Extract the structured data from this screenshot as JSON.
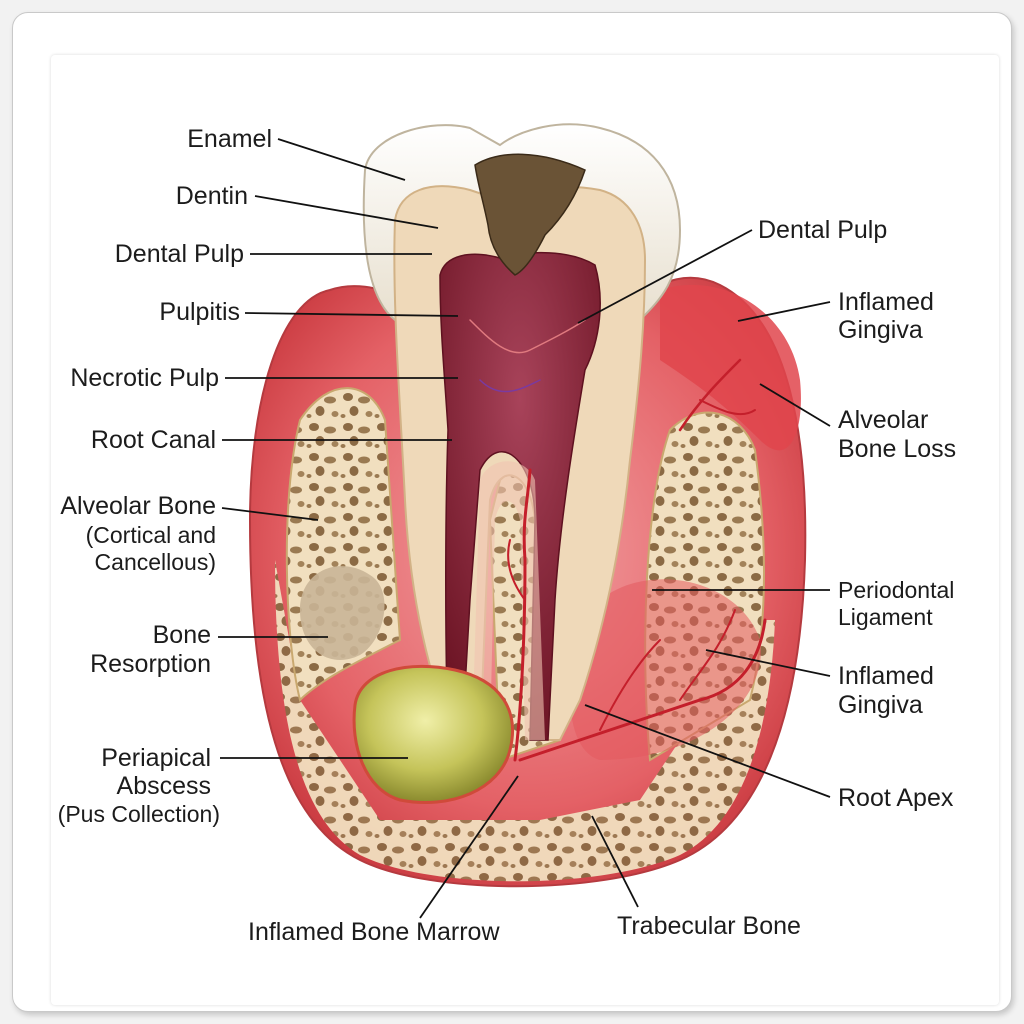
{
  "labels_left": [
    {
      "id": "enamel",
      "lines": [
        "Enamel"
      ]
    },
    {
      "id": "dentin",
      "lines": [
        "Dentin"
      ]
    },
    {
      "id": "dental-pulp-left",
      "lines": [
        "Dental Pulp"
      ]
    },
    {
      "id": "pulpitis",
      "lines": [
        "Pulpitis"
      ]
    },
    {
      "id": "necrotic-pulp",
      "lines": [
        "Necrotic Pulp"
      ]
    },
    {
      "id": "root-canal",
      "lines": [
        "Root Canal"
      ]
    },
    {
      "id": "alveolar-bone",
      "lines": [
        "Alveolar Bone",
        "(Cortical and",
        "Cancellous)"
      ]
    },
    {
      "id": "bone-resorption",
      "lines": [
        "Bone",
        "Resorption"
      ]
    },
    {
      "id": "periapical-abscess",
      "lines": [
        "Periapical",
        "Abscess",
        "(Pus Collection)"
      ]
    }
  ],
  "labels_right": [
    {
      "id": "dental-pulp-right",
      "lines": [
        "Dental Pulp"
      ]
    },
    {
      "id": "inflamed-gingiva-top",
      "lines": [
        "Inflamed",
        "Gingiva"
      ]
    },
    {
      "id": "alveolar-bone-loss",
      "lines": [
        "Alveolar",
        "Bone Loss"
      ]
    },
    {
      "id": "periodontal-ligament",
      "lines": [
        "Periodontal",
        "Ligament"
      ]
    },
    {
      "id": "inflamed-gingiva-bottom",
      "lines": [
        "Inflamed",
        "Gingiva"
      ]
    },
    {
      "id": "root-apex",
      "lines": [
        "Root Apex"
      ]
    }
  ],
  "labels_bottom": [
    {
      "id": "inflamed-bone-marrow",
      "lines": [
        "Inflamed Bone Marrow"
      ]
    },
    {
      "id": "trabecular-bone",
      "lines": [
        "Trabecular Bone"
      ]
    }
  ],
  "colors": {
    "enamel": "#f6f1e6",
    "dentin": "#efd9b9",
    "pulp": "#8c2638",
    "gingiva": "#e2535a",
    "bone": "#f1dfbf",
    "abscess": "#c7c55a",
    "vessel": "#c41f2b"
  }
}
